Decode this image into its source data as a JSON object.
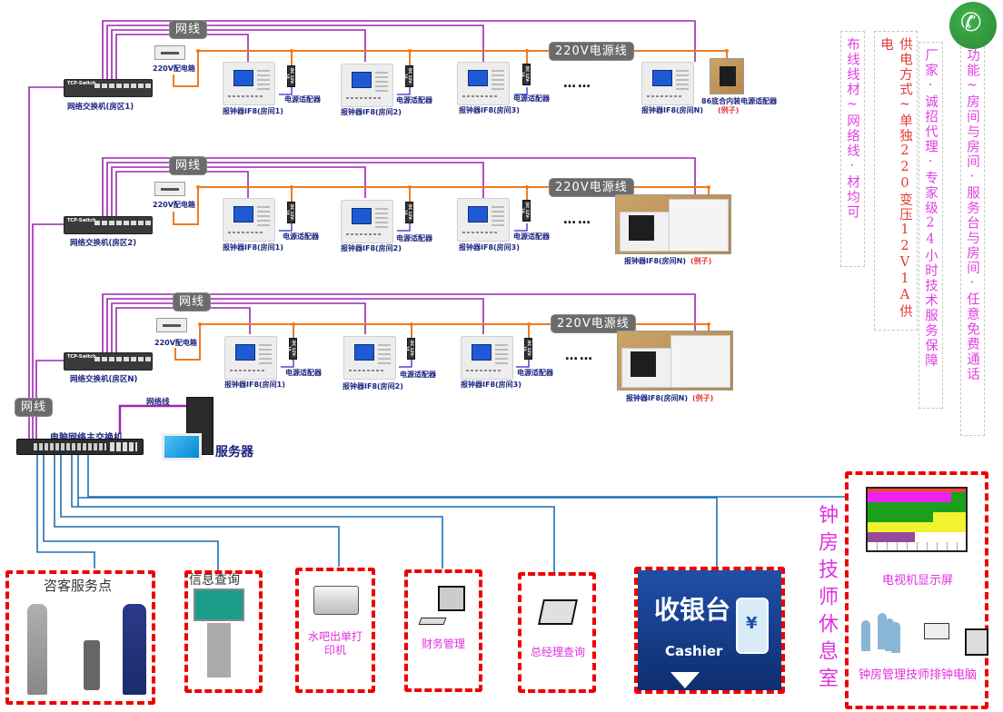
{
  "colors": {
    "network_wire": "#9c27b0",
    "power_wire": "#f07a1c",
    "lan_wire": "#1f6fb4",
    "label_blue": "#1a237e",
    "accent_magenta": "#e030e0",
    "accent_red": "#e53935",
    "dashed_border": "#ee0000"
  },
  "zones": [
    {
      "network_tag": "网线",
      "power_tag": "220V电源线",
      "switch_brand": "TCP-Switch",
      "switch_label": "网络交换机(房区1)",
      "power_box_label": "220V配电箱",
      "devices": [
        {
          "label": "报钟器IF8(房间1)",
          "adapter": "电源适配器",
          "adapter_text": "DC 12V-1A"
        },
        {
          "label": "报钟器IF8(房间2)",
          "adapter": "电源适配器",
          "adapter_text": "DC 12V-1A"
        },
        {
          "label": "报钟器IF8(房间3)",
          "adapter": "电源适配器",
          "adapter_text": "DC 12V-1A"
        }
      ],
      "ellipsis": "……",
      "last_device": "报钟器IF8(房间N)",
      "socket_label": "86底合内装电源适配器",
      "example": "(例子)"
    },
    {
      "network_tag": "网线",
      "power_tag": "220V电源线",
      "switch_brand": "TCP-Switch",
      "switch_label": "网络交换机(房区2)",
      "power_box_label": "220V配电箱",
      "devices": [
        {
          "label": "报钟器IF8(房间1)",
          "adapter": "电源适配器",
          "adapter_text": "DC 12V-1A"
        },
        {
          "label": "报钟器IF8(房间2)",
          "adapter": "电源适配器",
          "adapter_text": "DC 12V-1A"
        },
        {
          "label": "报钟器IF8(房间3)",
          "adapter": "电源适配器",
          "adapter_text": "DC 12V-1A"
        }
      ],
      "ellipsis": "……",
      "last_device": "报钟器IF8(房间N)",
      "example": "(例子)"
    },
    {
      "network_tag": "网线",
      "power_tag": "220V电源线",
      "switch_brand": "TCP-Switch",
      "switch_label": "网络交换机(房区N)",
      "power_box_label": "220V配电箱",
      "devices": [
        {
          "label": "报钟器IF8(房间1)",
          "adapter": "电源适配器",
          "adapter_text": "DC 12V-1A"
        },
        {
          "label": "报钟器IF8(房间2)",
          "adapter": "电源适配器",
          "adapter_text": "DC 12V-1A"
        },
        {
          "label": "报钟器IF8(房间3)",
          "adapter": "电源适配器",
          "adapter_text": "DC 12V-1A"
        }
      ],
      "ellipsis": "……",
      "last_device": "报钟器IF8(房间N)",
      "example": "(例子)"
    }
  ],
  "core": {
    "network_tag": "网线",
    "main_switch_label": "电脑网络主交换机",
    "link_label": "网络线",
    "server_label": "服务器"
  },
  "notes": [
    {
      "text": "布线线材~网络线·材均可",
      "color": "#e040e0"
    },
    {
      "text": "供电方式~单独220变压12V1A供电",
      "color": "#e53935"
    },
    {
      "text": "厂家·诚招代理·专家级24小时技术服务保障",
      "color": "#e040e0"
    },
    {
      "text": "功能~房间与房间·服务台与房间·任意免费通话",
      "color": "#e040e0"
    }
  ],
  "phone_icon": "phone-icon",
  "endpoints": {
    "consult": "咨客服务点",
    "info": "信息查询",
    "printer": "水吧出单打印机",
    "finance": "财务管理",
    "gm": "总经理查询",
    "cashier_cn": "收银台",
    "cashier_en": "Cashier",
    "tech_room": "钟房技师休息室",
    "tv": "电视机显示屏",
    "scheduler": "钟房管理技师排钟电脑"
  }
}
